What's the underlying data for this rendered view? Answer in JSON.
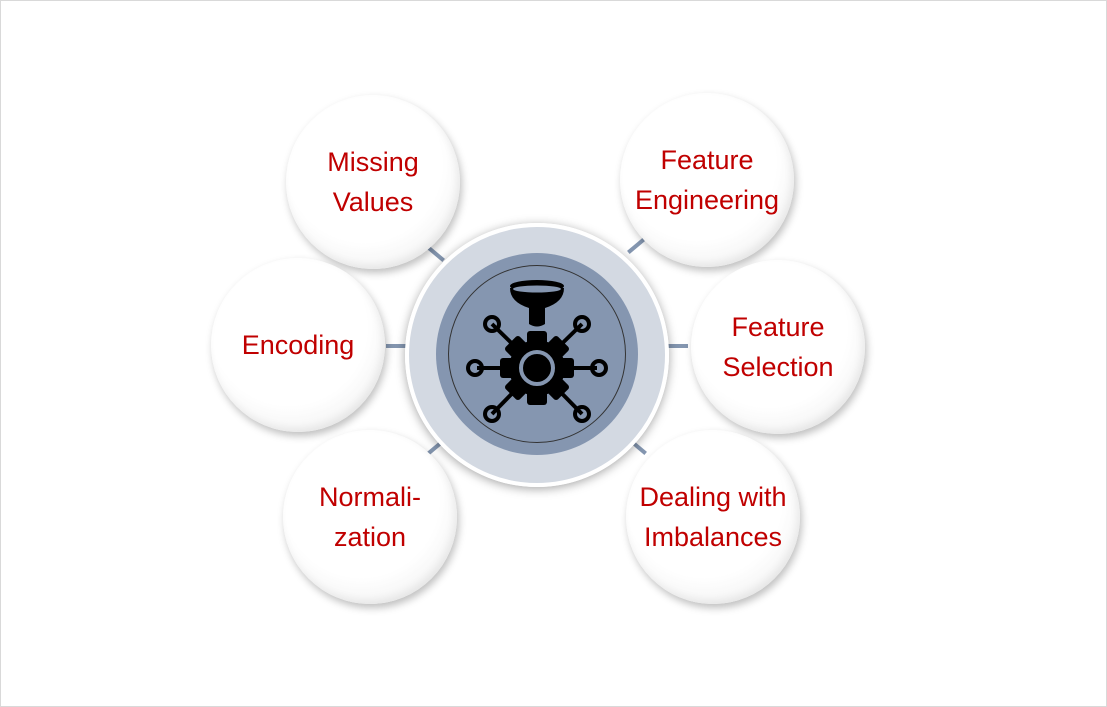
{
  "diagram": {
    "center_icon": "data-preprocessing-gear-funnel-icon",
    "nodes": [
      {
        "id": "missing-values",
        "lines": [
          "Missing",
          "Values"
        ]
      },
      {
        "id": "feature-engineering",
        "lines": [
          "Feature",
          "Engineering"
        ]
      },
      {
        "id": "encoding",
        "lines": [
          "Encoding"
        ]
      },
      {
        "id": "feature-selection",
        "lines": [
          "Feature",
          "Selection"
        ]
      },
      {
        "id": "normalization",
        "lines": [
          "Normali-",
          "zation"
        ]
      },
      {
        "id": "dealing-with-imbalances",
        "lines": [
          "Dealing with",
          "Imbalances"
        ]
      }
    ],
    "colors": {
      "text": "#c00000",
      "accent": "#8596b0",
      "ring": "#d3d9e2"
    }
  }
}
